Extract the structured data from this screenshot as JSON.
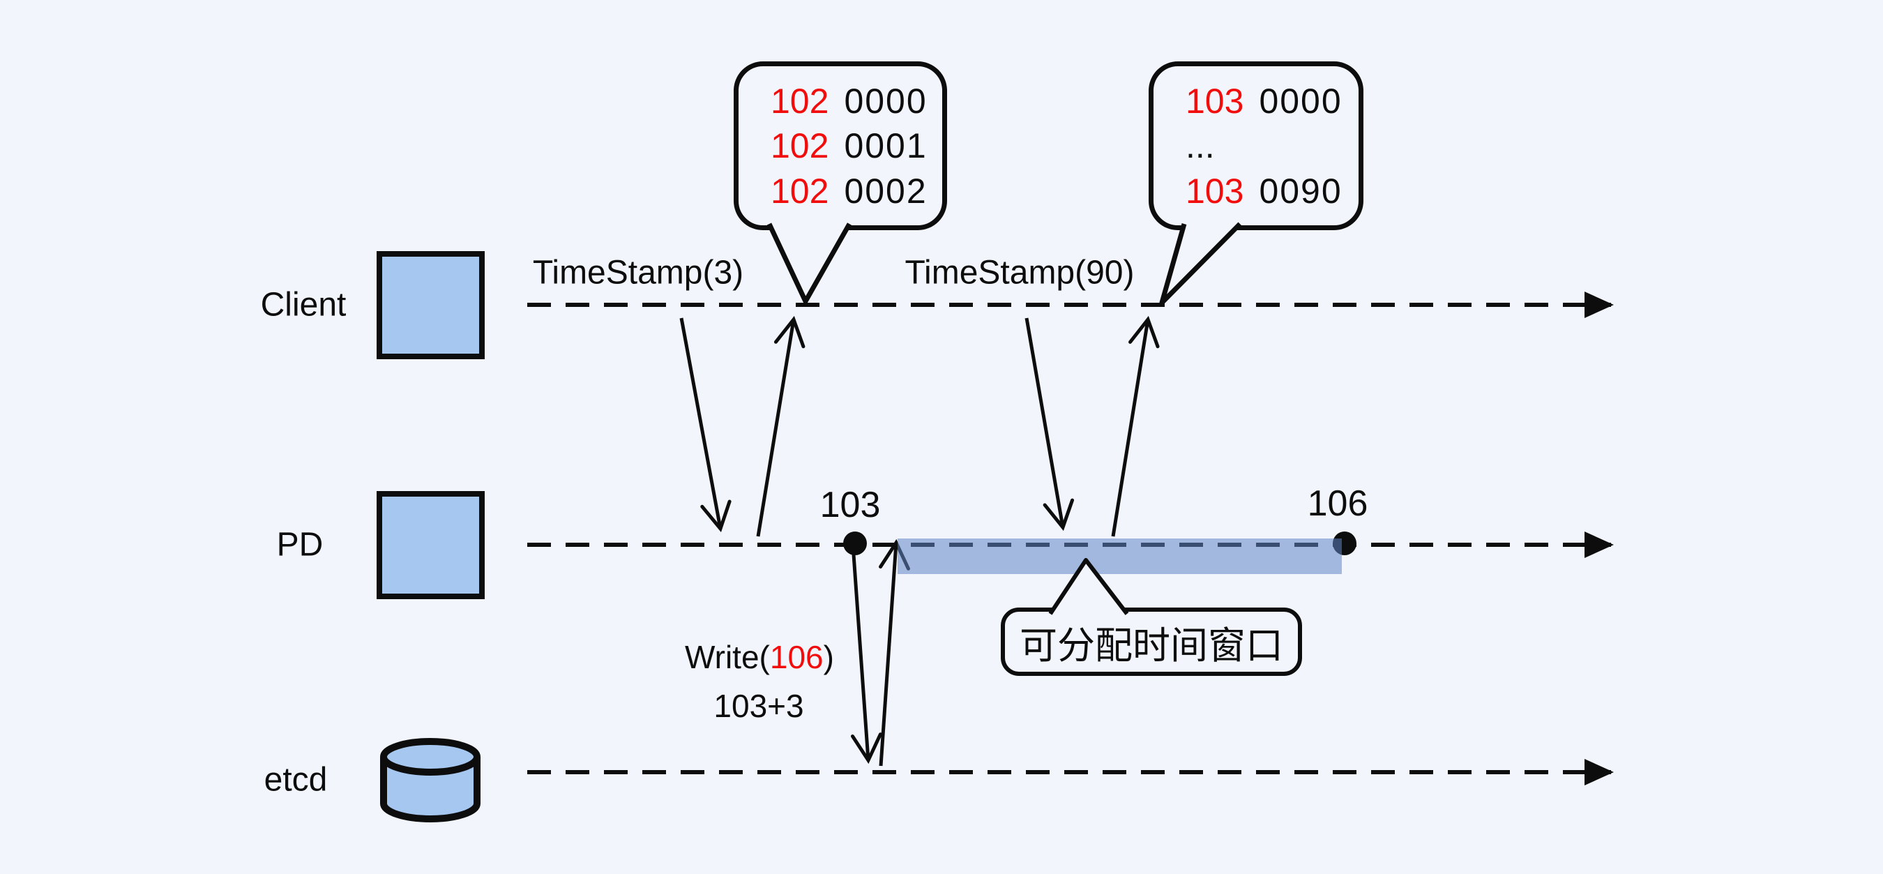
{
  "colors": {
    "background": "#f2f6fc",
    "node_fill": "#a6c8f0",
    "stroke": "#0d0d0d",
    "highlight_red": "#f20d0d",
    "window_band": "rgba(96,133,196,0.55)"
  },
  "lanes": {
    "client": "Client",
    "pd": "PD",
    "etcd": "etcd"
  },
  "calls": {
    "ts3": "TimeStamp(3)",
    "ts90": "TimeStamp(90)"
  },
  "bubble_102": {
    "lines": [
      {
        "ts": "102",
        "seq": "0000"
      },
      {
        "ts": "102",
        "seq": "0001"
      },
      {
        "ts": "102",
        "seq": "0002"
      }
    ]
  },
  "bubble_103": {
    "line_first": {
      "ts": "103",
      "seq": "0000"
    },
    "ellipsis": "...",
    "line_last": {
      "ts": "103",
      "seq": "0090"
    }
  },
  "pd_points": {
    "start": "103",
    "end": "106"
  },
  "etcd_write": {
    "pre": "Write(",
    "value": "106",
    "post": ")",
    "calc": "103+3"
  },
  "window": {
    "label": "可分配时间窗口"
  }
}
